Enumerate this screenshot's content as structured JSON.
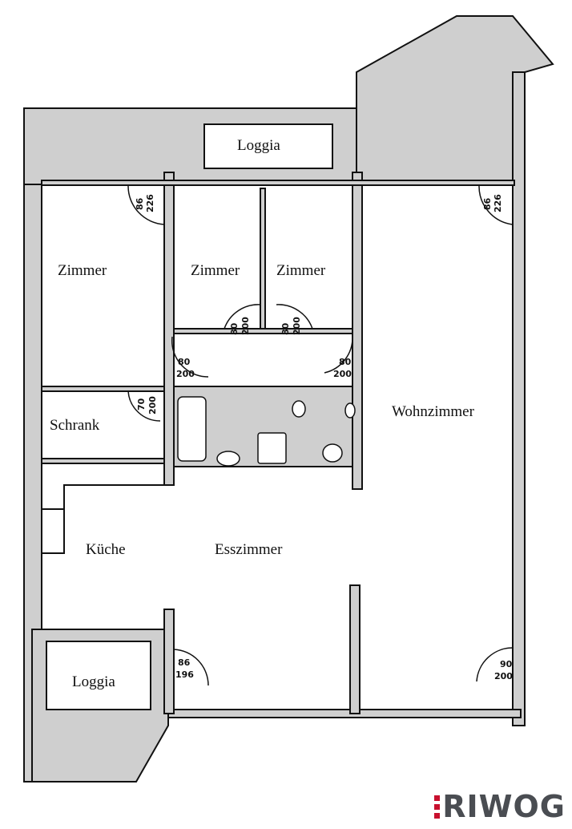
{
  "rooms": {
    "loggia_top": "Loggia",
    "zimmer_1": "Zimmer",
    "zimmer_2": "Zimmer",
    "zimmer_3": "Zimmer",
    "schrank": "Schrank",
    "wohnzimmer": "Wohnzimmer",
    "kueche": "Küche",
    "esszimmer": "Esszimmer",
    "loggia_bottom": "Loggia"
  },
  "doors": {
    "d1": [
      "86",
      "226"
    ],
    "d2": [
      "86",
      "226"
    ],
    "d3": [
      "80",
      "200"
    ],
    "d4": [
      "80",
      "200"
    ],
    "d5": [
      "80",
      "200"
    ],
    "d6": [
      "80",
      "200"
    ],
    "d7": [
      "70",
      "200"
    ],
    "d8": [
      "86",
      "196"
    ],
    "d9": [
      "90",
      "200"
    ]
  },
  "logo": "RIWOG",
  "colors": {
    "logo_accent": "#c8102e",
    "logo_text": "#4a4d52"
  }
}
